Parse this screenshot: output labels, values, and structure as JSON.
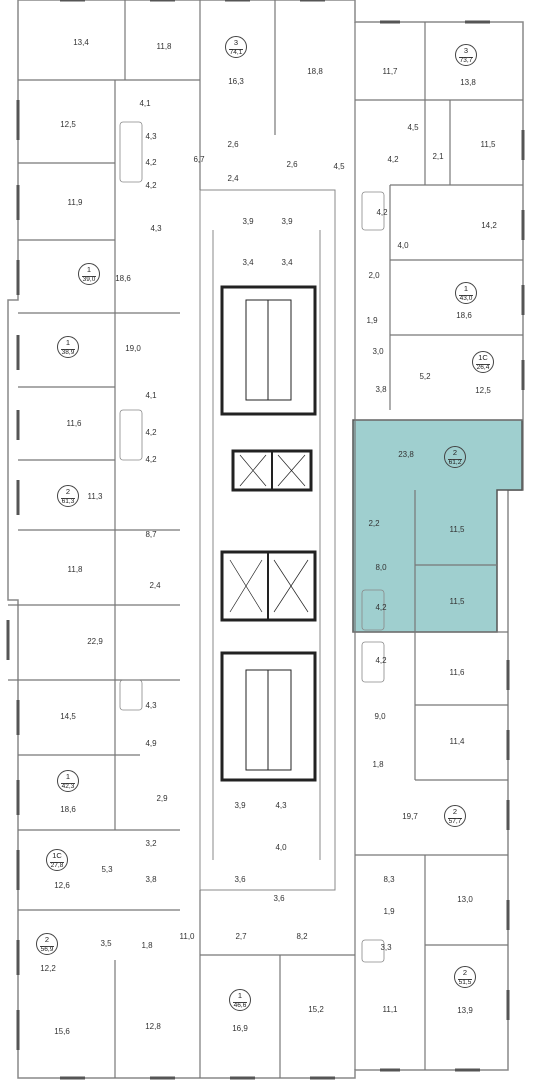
{
  "highlight_color": "#9fcfcf",
  "apartments": [
    {
      "id": "a1",
      "rooms": "3",
      "area": "74,1"
    },
    {
      "id": "a2",
      "rooms": "3",
      "area": "73,7"
    },
    {
      "id": "a3",
      "rooms": "1",
      "area": "39,0"
    },
    {
      "id": "a4",
      "rooms": "1",
      "area": "43,0"
    },
    {
      "id": "a5",
      "rooms": "1",
      "area": "38,9"
    },
    {
      "id": "a6",
      "rooms": "1С",
      "area": "26,4"
    },
    {
      "id": "a7",
      "rooms": "2",
      "area": "61,2",
      "highlighted": true
    },
    {
      "id": "a8",
      "rooms": "2",
      "area": "61,3"
    },
    {
      "id": "a9",
      "rooms": "1",
      "area": "42,3"
    },
    {
      "id": "a10",
      "rooms": "2",
      "area": "57,7"
    },
    {
      "id": "a11",
      "rooms": "1С",
      "area": "27,8"
    },
    {
      "id": "a12",
      "rooms": "2",
      "area": "56,9"
    },
    {
      "id": "a13",
      "rooms": "2",
      "area": "51,5"
    },
    {
      "id": "a14",
      "rooms": "1",
      "area": "46,6"
    }
  ],
  "room_areas": [
    "13,4",
    "11,8",
    "16,3",
    "18,8",
    "11,7",
    "13,8",
    "12,5",
    "4,1",
    "4,3",
    "4,2",
    "6,7",
    "2,6",
    "2,6",
    "2,4",
    "4,5",
    "4,5",
    "4,2",
    "2,1",
    "11,5",
    "11,9",
    "4,2",
    "4,3",
    "4,2",
    "14,2",
    "3,9",
    "3,9",
    "3,4",
    "3,4",
    "4,0",
    "18,6",
    "2,0",
    "18,6",
    "1,9",
    "19,0",
    "3,0",
    "5,2",
    "12,5",
    "3,8",
    "4,1",
    "11,6",
    "4,2",
    "4,2",
    "23,8",
    "11,3",
    "2,2",
    "8,7",
    "11,5",
    "8,0",
    "11,8",
    "2,4",
    "4,2",
    "11,5",
    "22,9",
    "4,2",
    "11,6",
    "4,3",
    "14,5",
    "9,0",
    "4,9",
    "11,4",
    "1,8",
    "19,7",
    "18,6",
    "2,9",
    "3,9",
    "4,3",
    "4,0",
    "3,2",
    "5,3",
    "3,8",
    "12,6",
    "3,6",
    "3,6",
    "8,3",
    "13,0",
    "1,9",
    "11,0",
    "2,7",
    "8,2",
    "3,5",
    "1,8",
    "12,2",
    "3,3",
    "15,6",
    "12,8",
    "16,9",
    "15,2",
    "11,1",
    "13,9"
  ]
}
